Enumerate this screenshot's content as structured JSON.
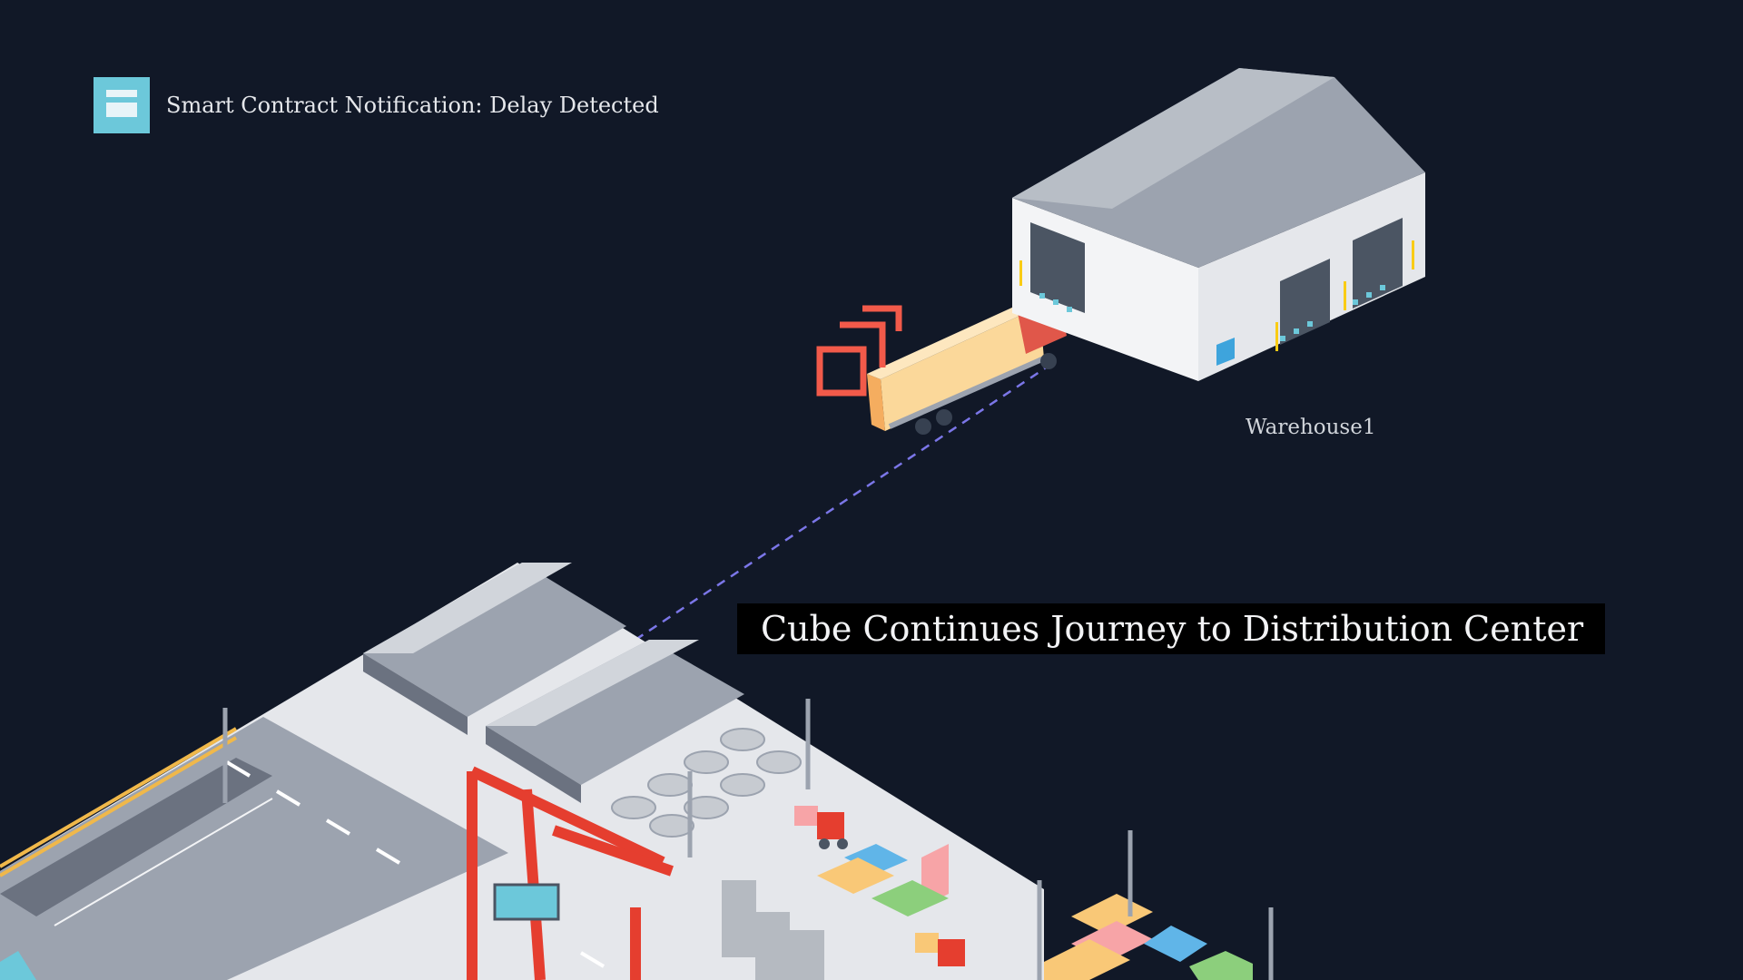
{
  "notification": {
    "title": "Smart Contract Notification: Delay Detected",
    "icon": "document-icon"
  },
  "warehouse": {
    "label": "Warehouse1"
  },
  "caption": {
    "text": "Cube Continues Journey to Distribution Center"
  },
  "colors": {
    "background": "#111827",
    "accent": "#6cc8da",
    "alert": "#f25a4a",
    "route": "#7b76e8"
  }
}
